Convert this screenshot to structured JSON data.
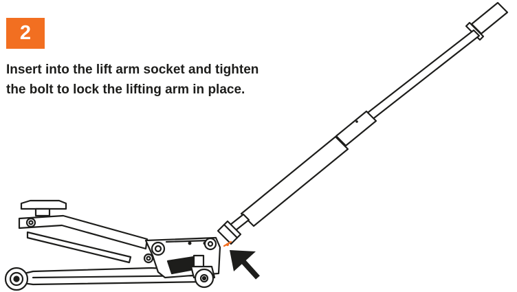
{
  "step": {
    "number": "2",
    "instruction": "Insert into the lift arm socket and tighten the bolt to lock the lifting arm in place."
  },
  "illustration": {
    "subject": "floor-jack-with-handle",
    "pointer": "arrow-icon"
  },
  "colors": {
    "accent": "#f26f21",
    "line": "#1d1d1b",
    "background": "#ffffff"
  }
}
